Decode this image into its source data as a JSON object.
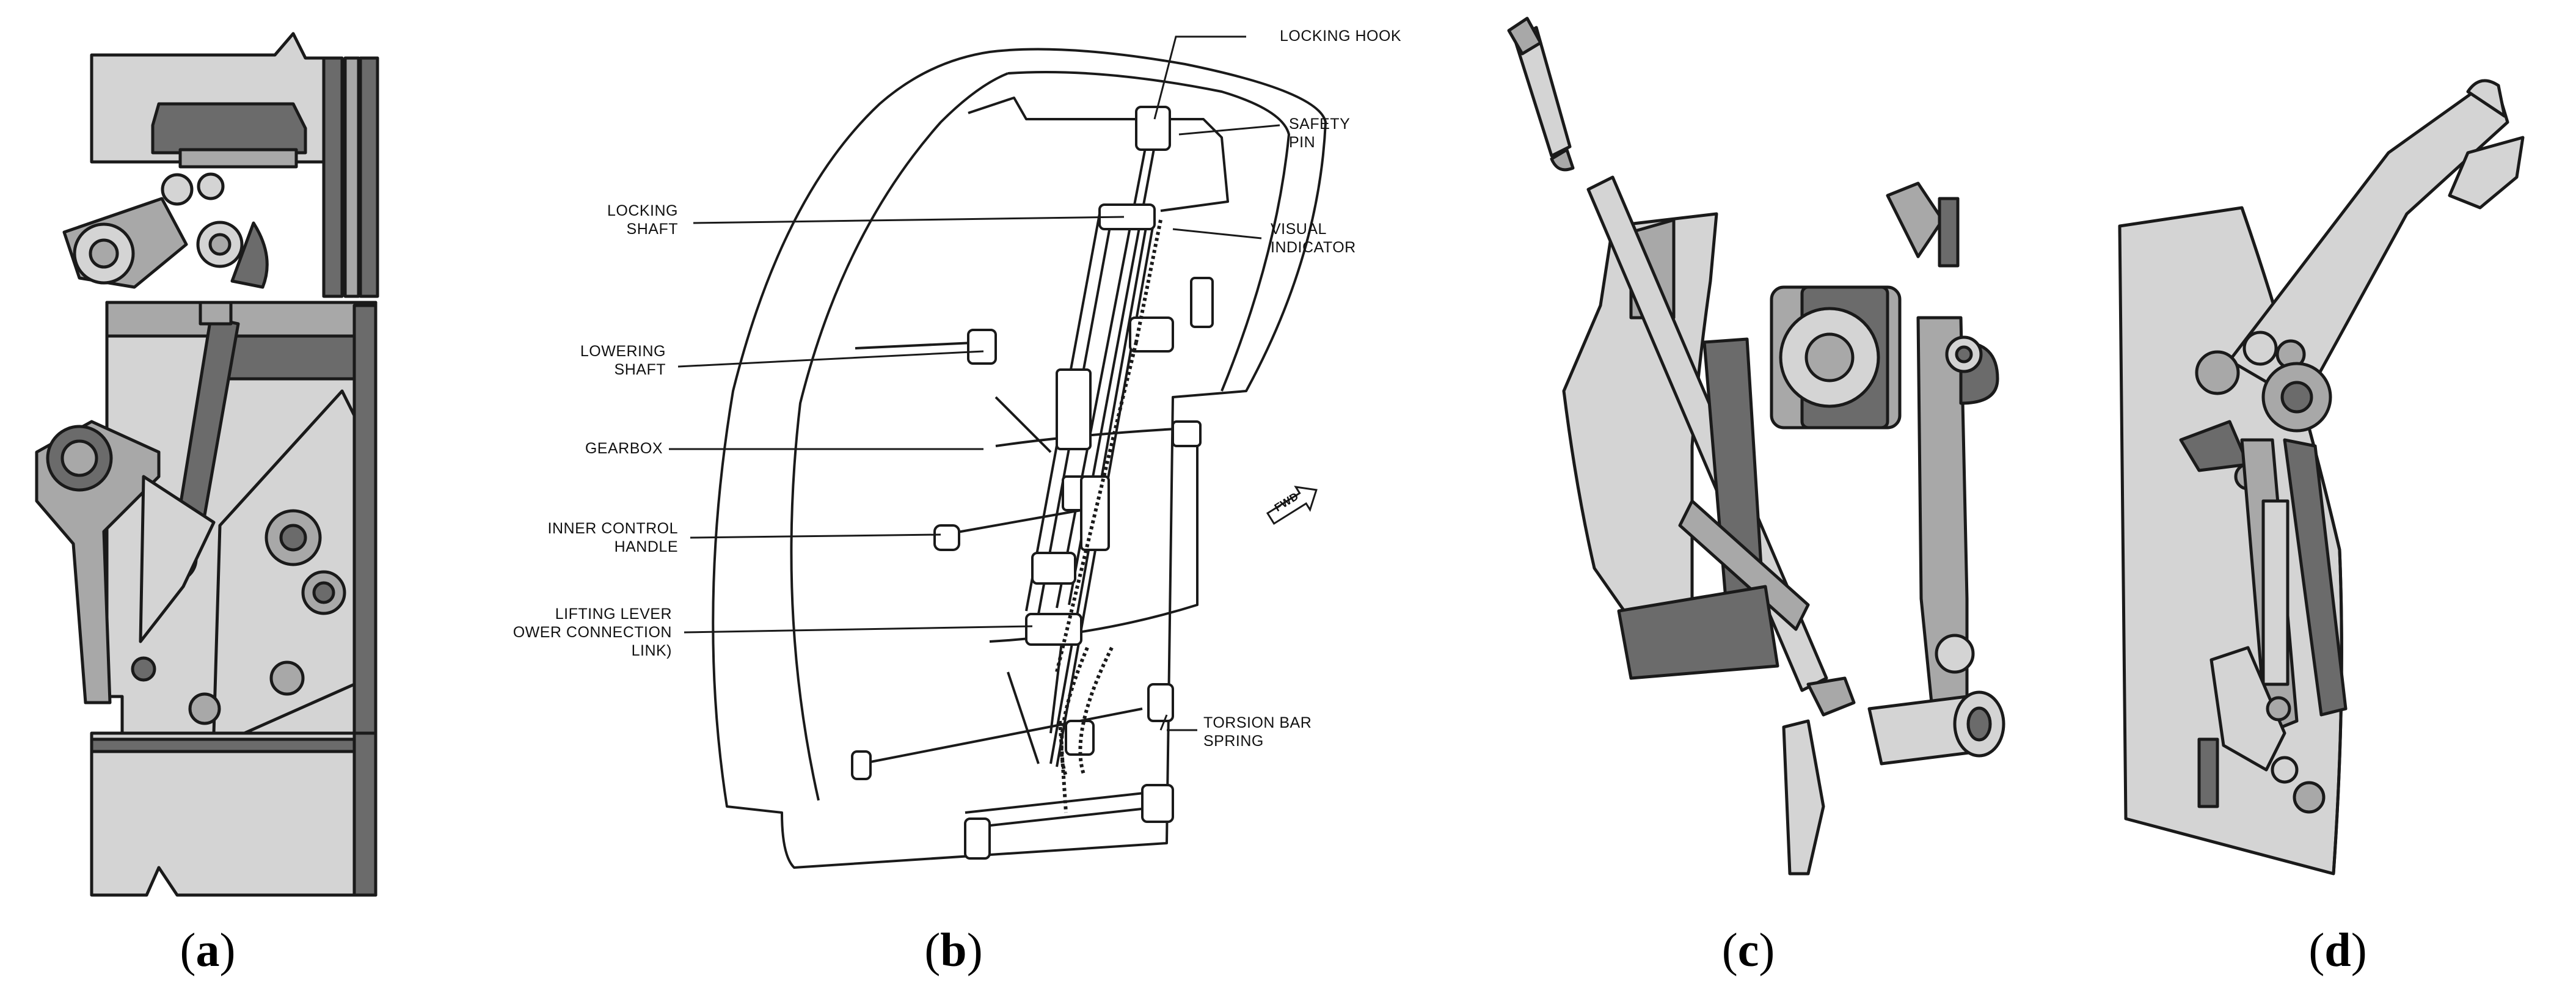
{
  "figure": {
    "panels": [
      {
        "id": "a",
        "letter": "a",
        "prefix": "(",
        "suffix": ")"
      },
      {
        "id": "b",
        "letter": "b",
        "prefix": "(",
        "suffix": ")"
      },
      {
        "id": "c",
        "letter": "c",
        "prefix": "(",
        "suffix": ")"
      },
      {
        "id": "d",
        "letter": "d",
        "prefix": "(",
        "suffix": ")"
      }
    ]
  },
  "labels_b": {
    "locking_hook": "LOCKING HOOK",
    "safety_pin_1": "SAFETY",
    "safety_pin_2": "PIN",
    "locking_shaft_1": "LOCKING",
    "locking_shaft_2": "SHAFT",
    "visual_indicator_1": "VISUAL",
    "visual_indicator_2": "INDICATOR",
    "lowering_shaft_1": "LOWERING",
    "lowering_shaft_2": "SHAFT",
    "gearbox": "GEARBOX",
    "inner_control_handle_1": "INNER CONTROL",
    "inner_control_handle_2": "HANDLE",
    "lifting_lever_1": "LIFTING LEVER",
    "lifting_lever_2": "OWER CONNECTION",
    "lifting_lever_3": "LINK)",
    "torsion_bar_spring_1": "TORSION BAR",
    "torsion_bar_spring_2": "SPRING",
    "fwd_marker": "FWD"
  },
  "colors": {
    "light_gray": "#d4d4d4",
    "mid_gray": "#a8a8a8",
    "dark_gray": "#6b6b6b",
    "outline": "#1a1a1a",
    "paper": "#ffffff"
  }
}
